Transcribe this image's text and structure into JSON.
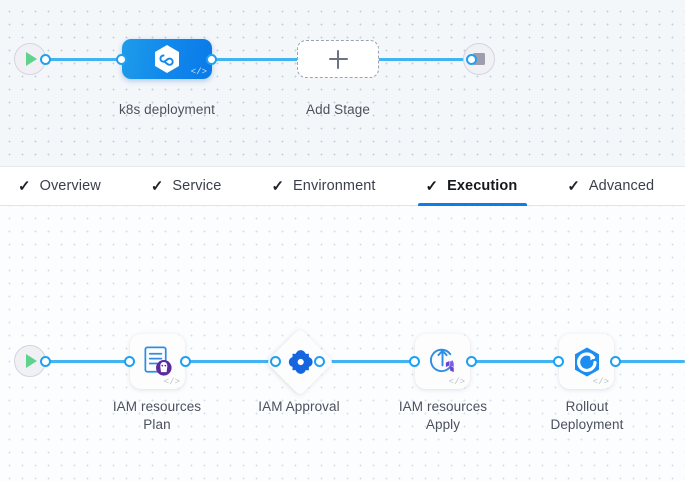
{
  "colors": {
    "edge": "#42b4f4",
    "port_ring": "#1da1f2",
    "accent_blue": "#0b7ee8",
    "stage_gradient_from": "#1e9ce9",
    "stage_gradient_to": "#0b79e8",
    "start_green": "#5fd38d",
    "stop_grey": "#9d9dad",
    "terraform_purple": "#6b3fd4",
    "label_text": "#4b525e",
    "stage_canvas_bg": "#f4f7fa",
    "exec_canvas_bg": "#fcfdff"
  },
  "stage_canvas": {
    "start_node": {
      "name": "start-node",
      "icon": "play-icon"
    },
    "end_node": {
      "name": "end-node",
      "icon": "stop-icon"
    },
    "stage": {
      "label": "k8s deployment",
      "icon": "k8s-hexagon-icon",
      "code_glyph": "</>"
    },
    "add_stage": {
      "label": "Add Stage",
      "icon": "plus-icon"
    }
  },
  "tabs": [
    {
      "label": "Overview",
      "icon": "check-icon",
      "active": false
    },
    {
      "label": "Service",
      "icon": "check-icon",
      "active": false
    },
    {
      "label": "Environment",
      "icon": "check-icon",
      "active": false
    },
    {
      "label": "Execution",
      "icon": "check-icon",
      "active": true
    },
    {
      "label": "Advanced",
      "icon": "check-icon",
      "active": false
    }
  ],
  "execution_canvas": {
    "start_node": {
      "name": "execution-start-node",
      "icon": "play-icon"
    },
    "steps": [
      {
        "label_line1": "IAM resources",
        "label_line2": "Plan",
        "icon": "terraform-plan-document-icon",
        "shape": "rounded-square",
        "code_glyph": "</>"
      },
      {
        "label_line1": "IAM Approval",
        "label_line2": "",
        "icon": "harness-approval-icon",
        "shape": "diamond",
        "code_glyph": ""
      },
      {
        "label_line1": "IAM resources",
        "label_line2": "Apply",
        "icon": "terraform-apply-icon",
        "shape": "rounded-square",
        "code_glyph": "</>"
      },
      {
        "label_line1": "Rollout",
        "label_line2": "Deployment",
        "icon": "rollout-deployment-icon",
        "shape": "rounded-square",
        "code_glyph": "</>"
      }
    ]
  }
}
